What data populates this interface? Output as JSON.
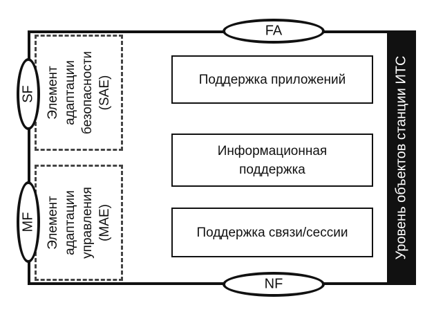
{
  "diagram": {
    "ports": {
      "fa": "FA",
      "nf": "NF",
      "sf": "SF",
      "mf": "MF"
    },
    "sae_label": "Элемент\nадаптации\nбезопасности\n(SAE)",
    "mae_label": "Элемент\nадаптации\nуправления\n(MAE)",
    "support_boxes": {
      "application": "Поддержка приложений",
      "information": "Информационная\nподдержка",
      "communication": "Поддержка связи/сессии"
    },
    "vertical_bar_label": "Уровень объектов станции ИТС"
  }
}
